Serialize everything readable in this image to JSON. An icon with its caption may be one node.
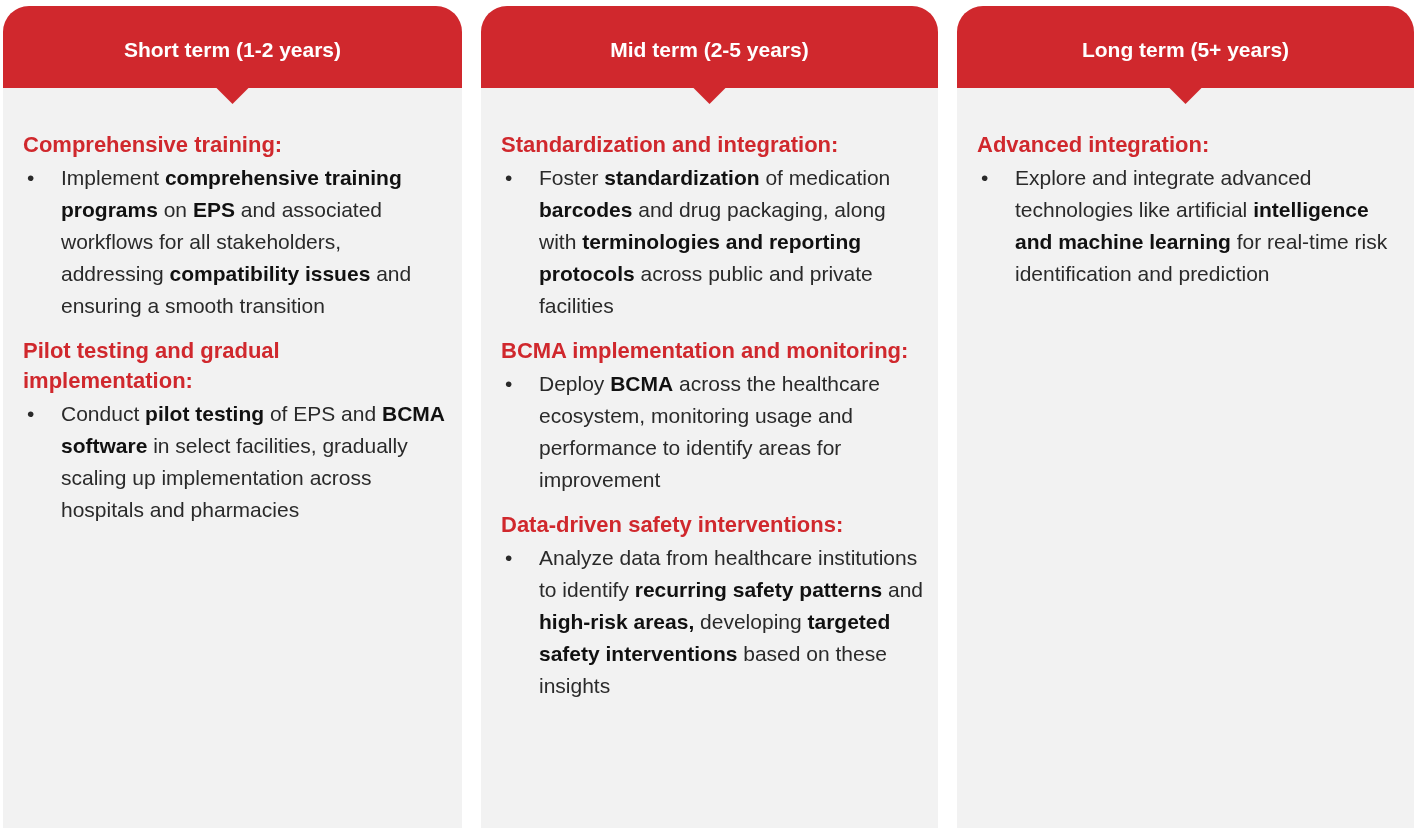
{
  "diagram": {
    "nodes": [
      {
        "text": [
          "Short term (1-2 years)",
          "Comprehensive training:",
          "•",
          "Implement **comprehensive training programs** on **EPS** and associated workflows for all stakeholders, addressing **compatibility issues** and ensuring a smooth transition",
          "Pilot testing and gradual implementation:",
          "•",
          "Conduct **pilot testing** of EPS and **BCMA software** in select facilities, gradually scaling up implementation across hospitals and pharmacies"
        ]
      },
      {
        "text": [
          "Mid term (2-5 years)",
          "Standardization and integration:",
          "•",
          "Foster **standardization** of medication **barcodes** and drug packaging, along with **terminologies and reporting protocols** across public and private facilities",
          "BCMA implementation and monitoring:",
          "•",
          "Deploy **BCMA** across the healthcare ecosystem, monitoring usage and performance to identify areas for improvement",
          "Data-driven safety interventions:",
          "•",
          "Analyze data from healthcare institutions to identify **recurring safety patterns** and **high-risk areas,** developing **targeted safety interventions** based on these insights"
        ]
      },
      {
        "text": [
          "Long term (5+ years)",
          "Advanced integration:",
          "•",
          "Explore and integrate advanced technologies like artificial **intelligence and machine learning** for real-time risk identification and prediction"
        ]
      }
    ],
    "edges": []
  }
}
